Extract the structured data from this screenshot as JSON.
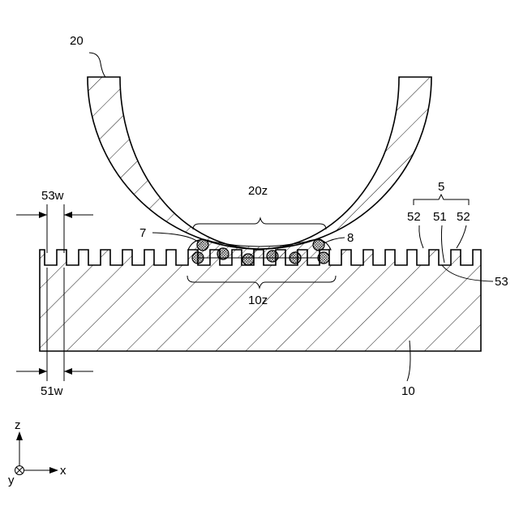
{
  "labels": {
    "cylinder": "20",
    "contact_face": "20z",
    "group": "5",
    "tooth_left": "52",
    "groove_center": "51",
    "tooth_right": "52",
    "groove_bottom": "53",
    "particle_left": "7",
    "particle_right": "8",
    "base_region": "10z",
    "base": "10",
    "tooth_width": "53w",
    "groove_width": "51w"
  },
  "axes": {
    "z": "z",
    "x": "x",
    "y": "y"
  },
  "colors": {
    "ink": "#000000",
    "background": "#ffffff"
  }
}
